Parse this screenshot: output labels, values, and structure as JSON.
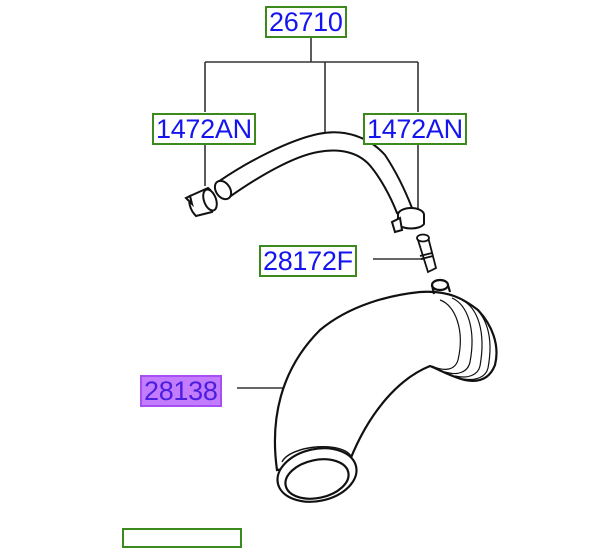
{
  "diagram": {
    "type": "exploded-parts-diagram",
    "colors": {
      "label_text": "#1414f0",
      "label_border": "#3c8a1e",
      "selected_fill": "#c47cff",
      "selected_border": "#a64ff5",
      "selected_text": "#4b1fe0",
      "line": "#333333"
    },
    "callouts": [
      {
        "id": "26710",
        "label": "26710",
        "selected": false
      },
      {
        "id": "1472AN-left",
        "label": "1472AN",
        "selected": false
      },
      {
        "id": "1472AN-right",
        "label": "1472AN",
        "selected": false
      },
      {
        "id": "28172F",
        "label": "28172F",
        "selected": false
      },
      {
        "id": "28138",
        "label": "28138",
        "selected": true
      }
    ],
    "parts": [
      {
        "name": "breather-hose",
        "callout": "26710"
      },
      {
        "name": "hose-clamp-left",
        "callout": "1472AN"
      },
      {
        "name": "hose-clamp-right",
        "callout": "1472AN"
      },
      {
        "name": "nipple-fitting",
        "callout": "28172F"
      },
      {
        "name": "air-intake-hose",
        "callout": "28138"
      }
    ]
  }
}
